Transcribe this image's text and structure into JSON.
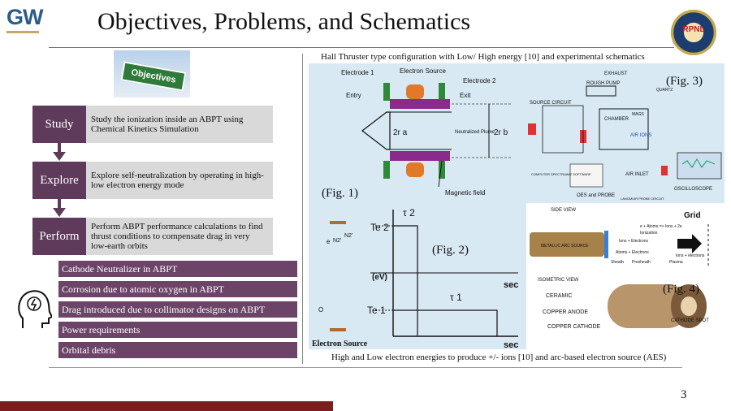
{
  "header": {
    "logo_text": "GW",
    "title": "Objectives, Problems, and Schematics",
    "seal_text": "RPNL"
  },
  "left": {
    "sign_text": "Objectives",
    "stages": [
      {
        "label": "Study",
        "desc": "Study the ionization inside an ABPT using Chemical Kinetics Simulation"
      },
      {
        "label": "Explore",
        "desc": "Explore self-neutralization by operating in high-low electron energy mode"
      },
      {
        "label": "Perform",
        "desc": "Perform ABPT performance calculations to find thrust conditions to compensate drag in very low-earth orbits"
      }
    ],
    "issues": [
      "Cathode Neutralizer in ABPT",
      "Corrosion due to atomic oxygen in ABPT",
      "Drag introduced due to collimator designs on ABPT",
      "Power requirements",
      "Orbital debris"
    ]
  },
  "right": {
    "top_caption": "Hall Thruster type configuration with Low/ High energy [10] and experimental schematics",
    "bottom_caption": "High and Low electron energies to produce +/- ions [10] and arc-based electron source (AES)",
    "fig1": {
      "label": "(Fig. 1)",
      "electrode1": "Electrode 1",
      "electron_source": "Electron Source",
      "electrode2": "Electrode 2",
      "entry": "Entry",
      "exit": "Exit",
      "ra": "2r a",
      "rb": "2r b",
      "plume": "Neutralized Plume",
      "magnetic": "Magnetic field"
    },
    "fig2": {
      "label": "(Fig. 2)",
      "te2": "Te 2",
      "te1": "Te 1",
      "t2": "τ 2",
      "t1": "τ 1",
      "ev": "(eV)",
      "sec1": "sec",
      "sec2": "sec",
      "electron_source": "Electron Source",
      "n2": "N2'",
      "n2b": "N2'",
      "e": "e",
      "o": "O"
    },
    "fig3": {
      "label": "(Fig. 3)",
      "exhaust": "EXHAUST",
      "rough_pump": "ROUGH PUMP",
      "source_circuit": "SOURCE CIRCUIT",
      "chamber": "CHAMBER",
      "quartz": "QUARTZ",
      "air_ions": "AIR IONS",
      "air_inlet": "AIR INLET",
      "software": "COMPUTER SPECTRAWIZ SOFTWARE",
      "oes": "OES and PROBE",
      "oscilloscope": "OSCILLOSCOPE",
      "langmuir": "LANGMUIR PROBE CIRCUIT",
      "mags": "MAGS"
    },
    "fig4": {
      "label": "(Fig. 4)",
      "side_view": "SIDE VIEW",
      "grid": "Grid",
      "metallic": "METALLIC ARC SOURCE",
      "eq": "e + Atoms => Ions + 2e",
      "ionization": "Ionization",
      "ions_electrons": "Ions + Electrons",
      "atoms_electrons": "Atoms + Electrons",
      "sheath": "Sheath",
      "presheath": "Presheath",
      "plasma": "Plasma",
      "ions_e2": "Ions + electrons",
      "iso": "ISOMETRIC VIEW",
      "ceramic": "CERAMIC",
      "copper_anode": "COPPER ANODE",
      "copper_cathode": "COPPER CATHODE",
      "cathode_spot": "CATHODE SPOT"
    }
  },
  "page_number": "3"
}
